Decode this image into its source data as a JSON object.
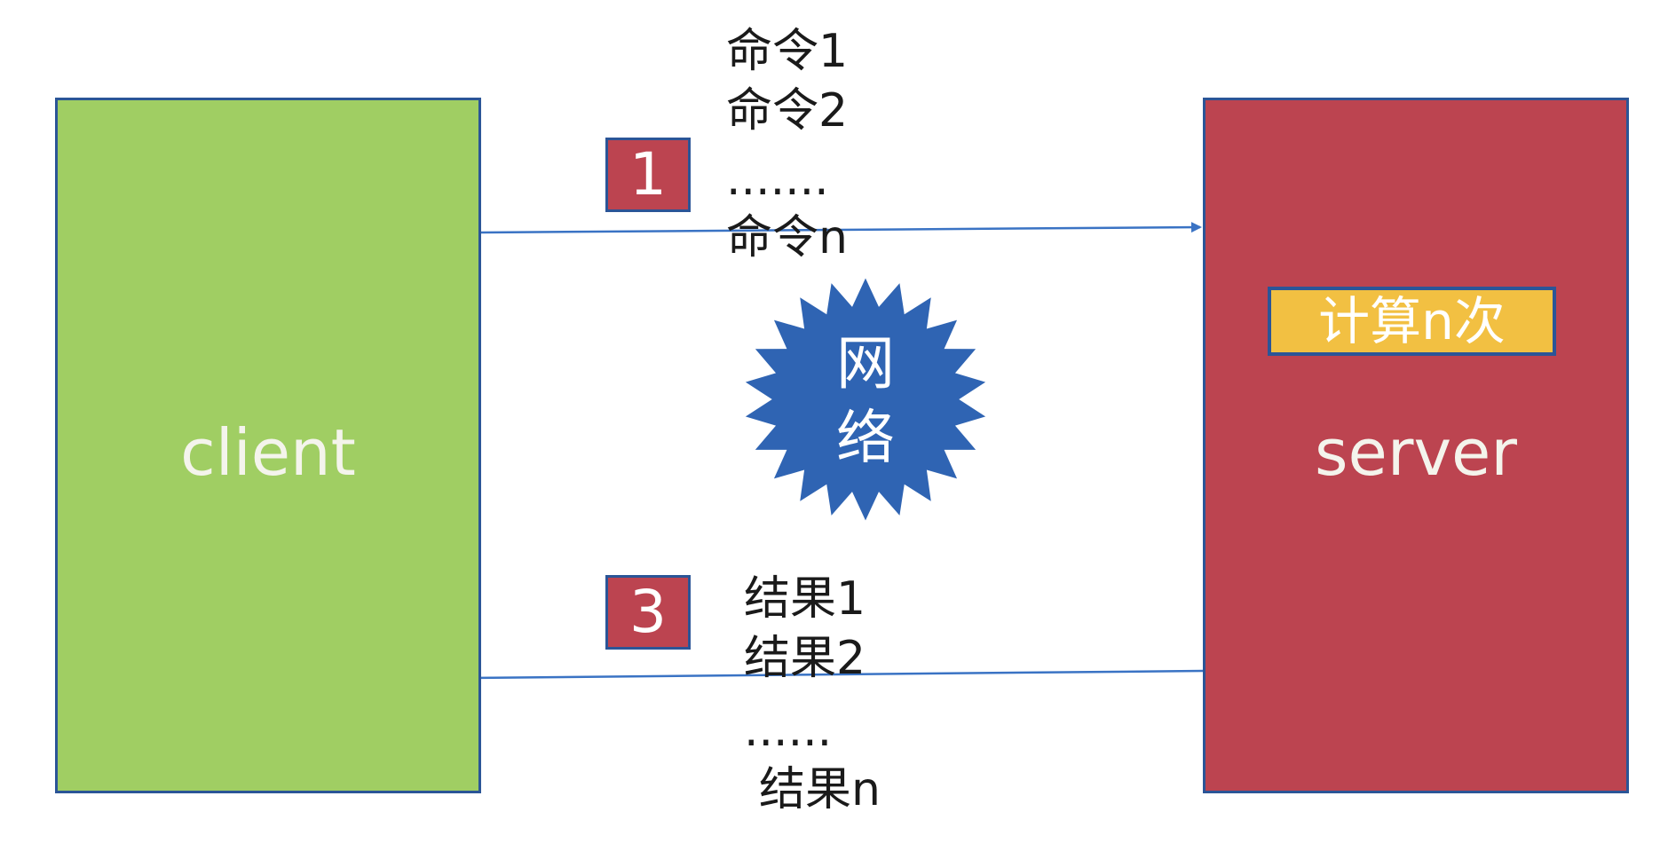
{
  "client": {
    "label": "client",
    "fill": "#a0ce63",
    "border": "#2b5597"
  },
  "server": {
    "label": "server",
    "fill": "#bc4450",
    "border": "#2b5597",
    "badge": "计算n次",
    "badge_fill": "#f2c042"
  },
  "steps": {
    "send": "1",
    "receive": "3"
  },
  "commands": [
    "命令1",
    "命令2",
    ".......",
    "命令n"
  ],
  "results": [
    "结果1",
    "结果2",
    "......",
    "结果n"
  ],
  "network": {
    "line1": "网",
    "line2": "络",
    "fill": "#2f64b3"
  },
  "arrow_color": "#3a73c4"
}
